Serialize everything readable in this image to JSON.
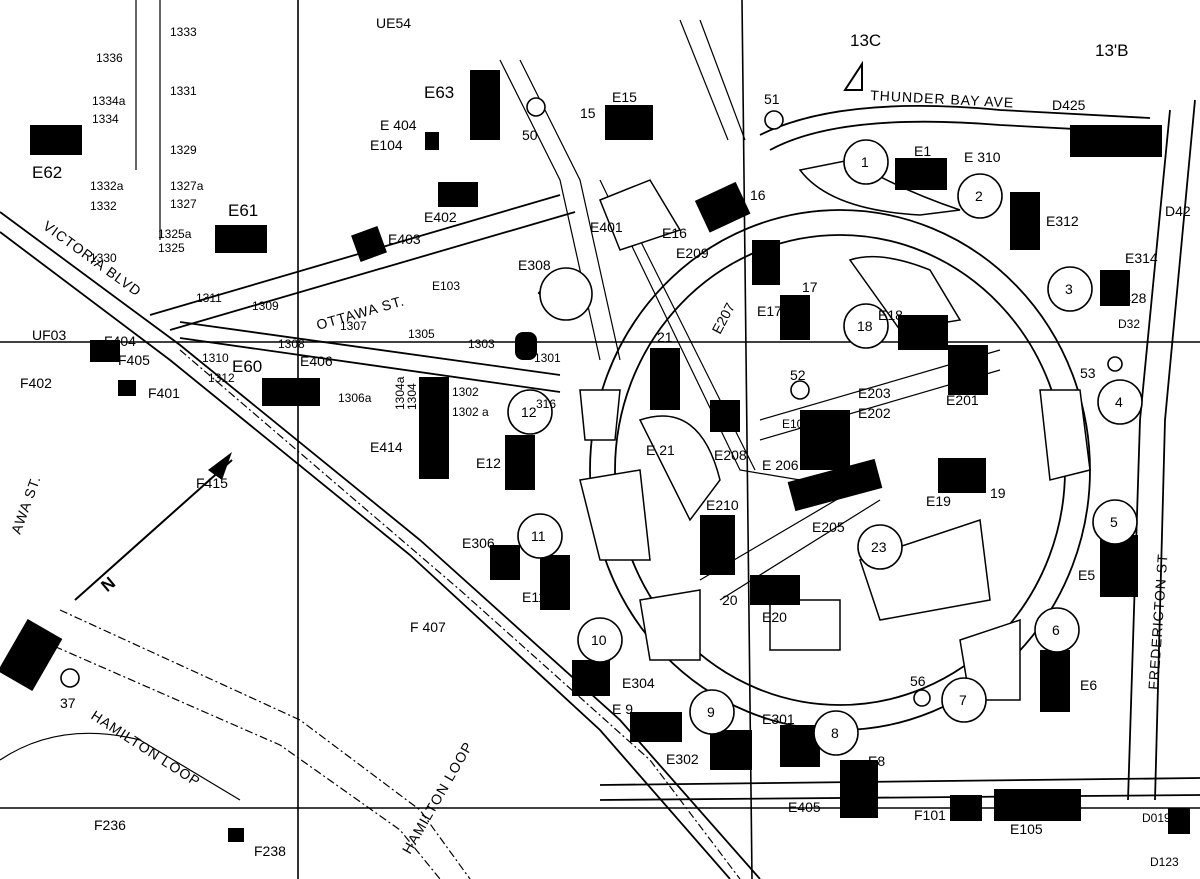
{
  "map": {
    "streets": {
      "victoria": "VICTORIA BLVD",
      "ottawa": "OTTAWA ST.",
      "thunder_bay": "THUNDER BAY AVE",
      "fredericton": "FREDERICTON ST",
      "hamilton_a": "HAMILTON LOOP",
      "hamilton_b": "HAMILTON LOOP",
      "wa_st": "AWA ST."
    },
    "north_arrow": "N",
    "sections": {
      "s13c": "13C",
      "s13b": "13'B"
    },
    "building_labels": {
      "e62": "E62",
      "e61": "E61",
      "e63": "E63",
      "e60": "E60",
      "e15": "E15",
      "e16": "E16",
      "e1": "E1",
      "e310": "E 310",
      "e312": "E312",
      "e314": "E314",
      "d425": "D425",
      "d42": "D42",
      "d428": "D428",
      "d32": "D32",
      "e209": "E209",
      "e207": "E207",
      "e17": "E17",
      "e18": "E18",
      "e203": "E203",
      "e202": "E202",
      "e201": "E201",
      "e102": "E102",
      "e206": "E 206",
      "e19": "E19",
      "e205": "E205",
      "e210": "E210",
      "e21": "E 21",
      "e208": "E208",
      "e20": "E20",
      "e12": "E12",
      "e306": "E306",
      "e11": "E11",
      "e304": "E304",
      "e9": "E 9",
      "e302": "E302",
      "e301": "E301",
      "e8": "E8",
      "e405": "E405",
      "e5": "E5",
      "e6": "E6",
      "f101": "F101",
      "e105": "E105",
      "d019": "D019",
      "d123": "D123",
      "e308": "E308",
      "e401": "E401",
      "e402": "E402",
      "e403": "E403",
      "e404": "E 404",
      "e104": "E104",
      "e103": "E103",
      "e406": "E406",
      "e414": "E414",
      "ue54": "UE54",
      "uf03": "UF03",
      "f402": "F402",
      "f404": "F404",
      "f405": "F405",
      "f401": "F401",
      "f415": "F415",
      "f407": "F 407",
      "f236": "F236",
      "f238": "F238"
    },
    "lot_numbers": {
      "n1336": "1336",
      "n1333": "1333",
      "n1334a": "1334a",
      "n1334": "1334",
      "n1331": "1331",
      "n1329": "1329",
      "n1332a": "1332a",
      "n1332": "1332",
      "n1327a": "1327a",
      "n1327": "1327",
      "n1325a": "1325a",
      "n1325": "1325",
      "n1330": "1330",
      "n1311": "1311",
      "n1309": "1309",
      "n1307": "1307",
      "n1305": "1305",
      "n1303": "1303",
      "n1301": "1301",
      "n1308": "1308",
      "n1310": "1310",
      "n1312": "1312",
      "n1306a": "1306a",
      "n1304a": "1304a",
      "n1304": "1304",
      "n1302": "1302",
      "n1302a": "1302 a",
      "n316": "316"
    },
    "circles": {
      "c1": "1",
      "c2": "2",
      "c3": "3",
      "c4": "4",
      "c5": "5",
      "c6": "6",
      "c7": "7",
      "c8": "8",
      "c9": "9",
      "c10": "10",
      "c11": "11",
      "c12": "12",
      "c15": "15",
      "c16": "16",
      "c17": "17",
      "c18": "18",
      "c19": "19",
      "c20": "20",
      "c21": "21",
      "c23": "23",
      "c37": "37",
      "c50": "50",
      "c51": "51",
      "c52": "52",
      "c53": "53",
      "c56": "56"
    }
  }
}
